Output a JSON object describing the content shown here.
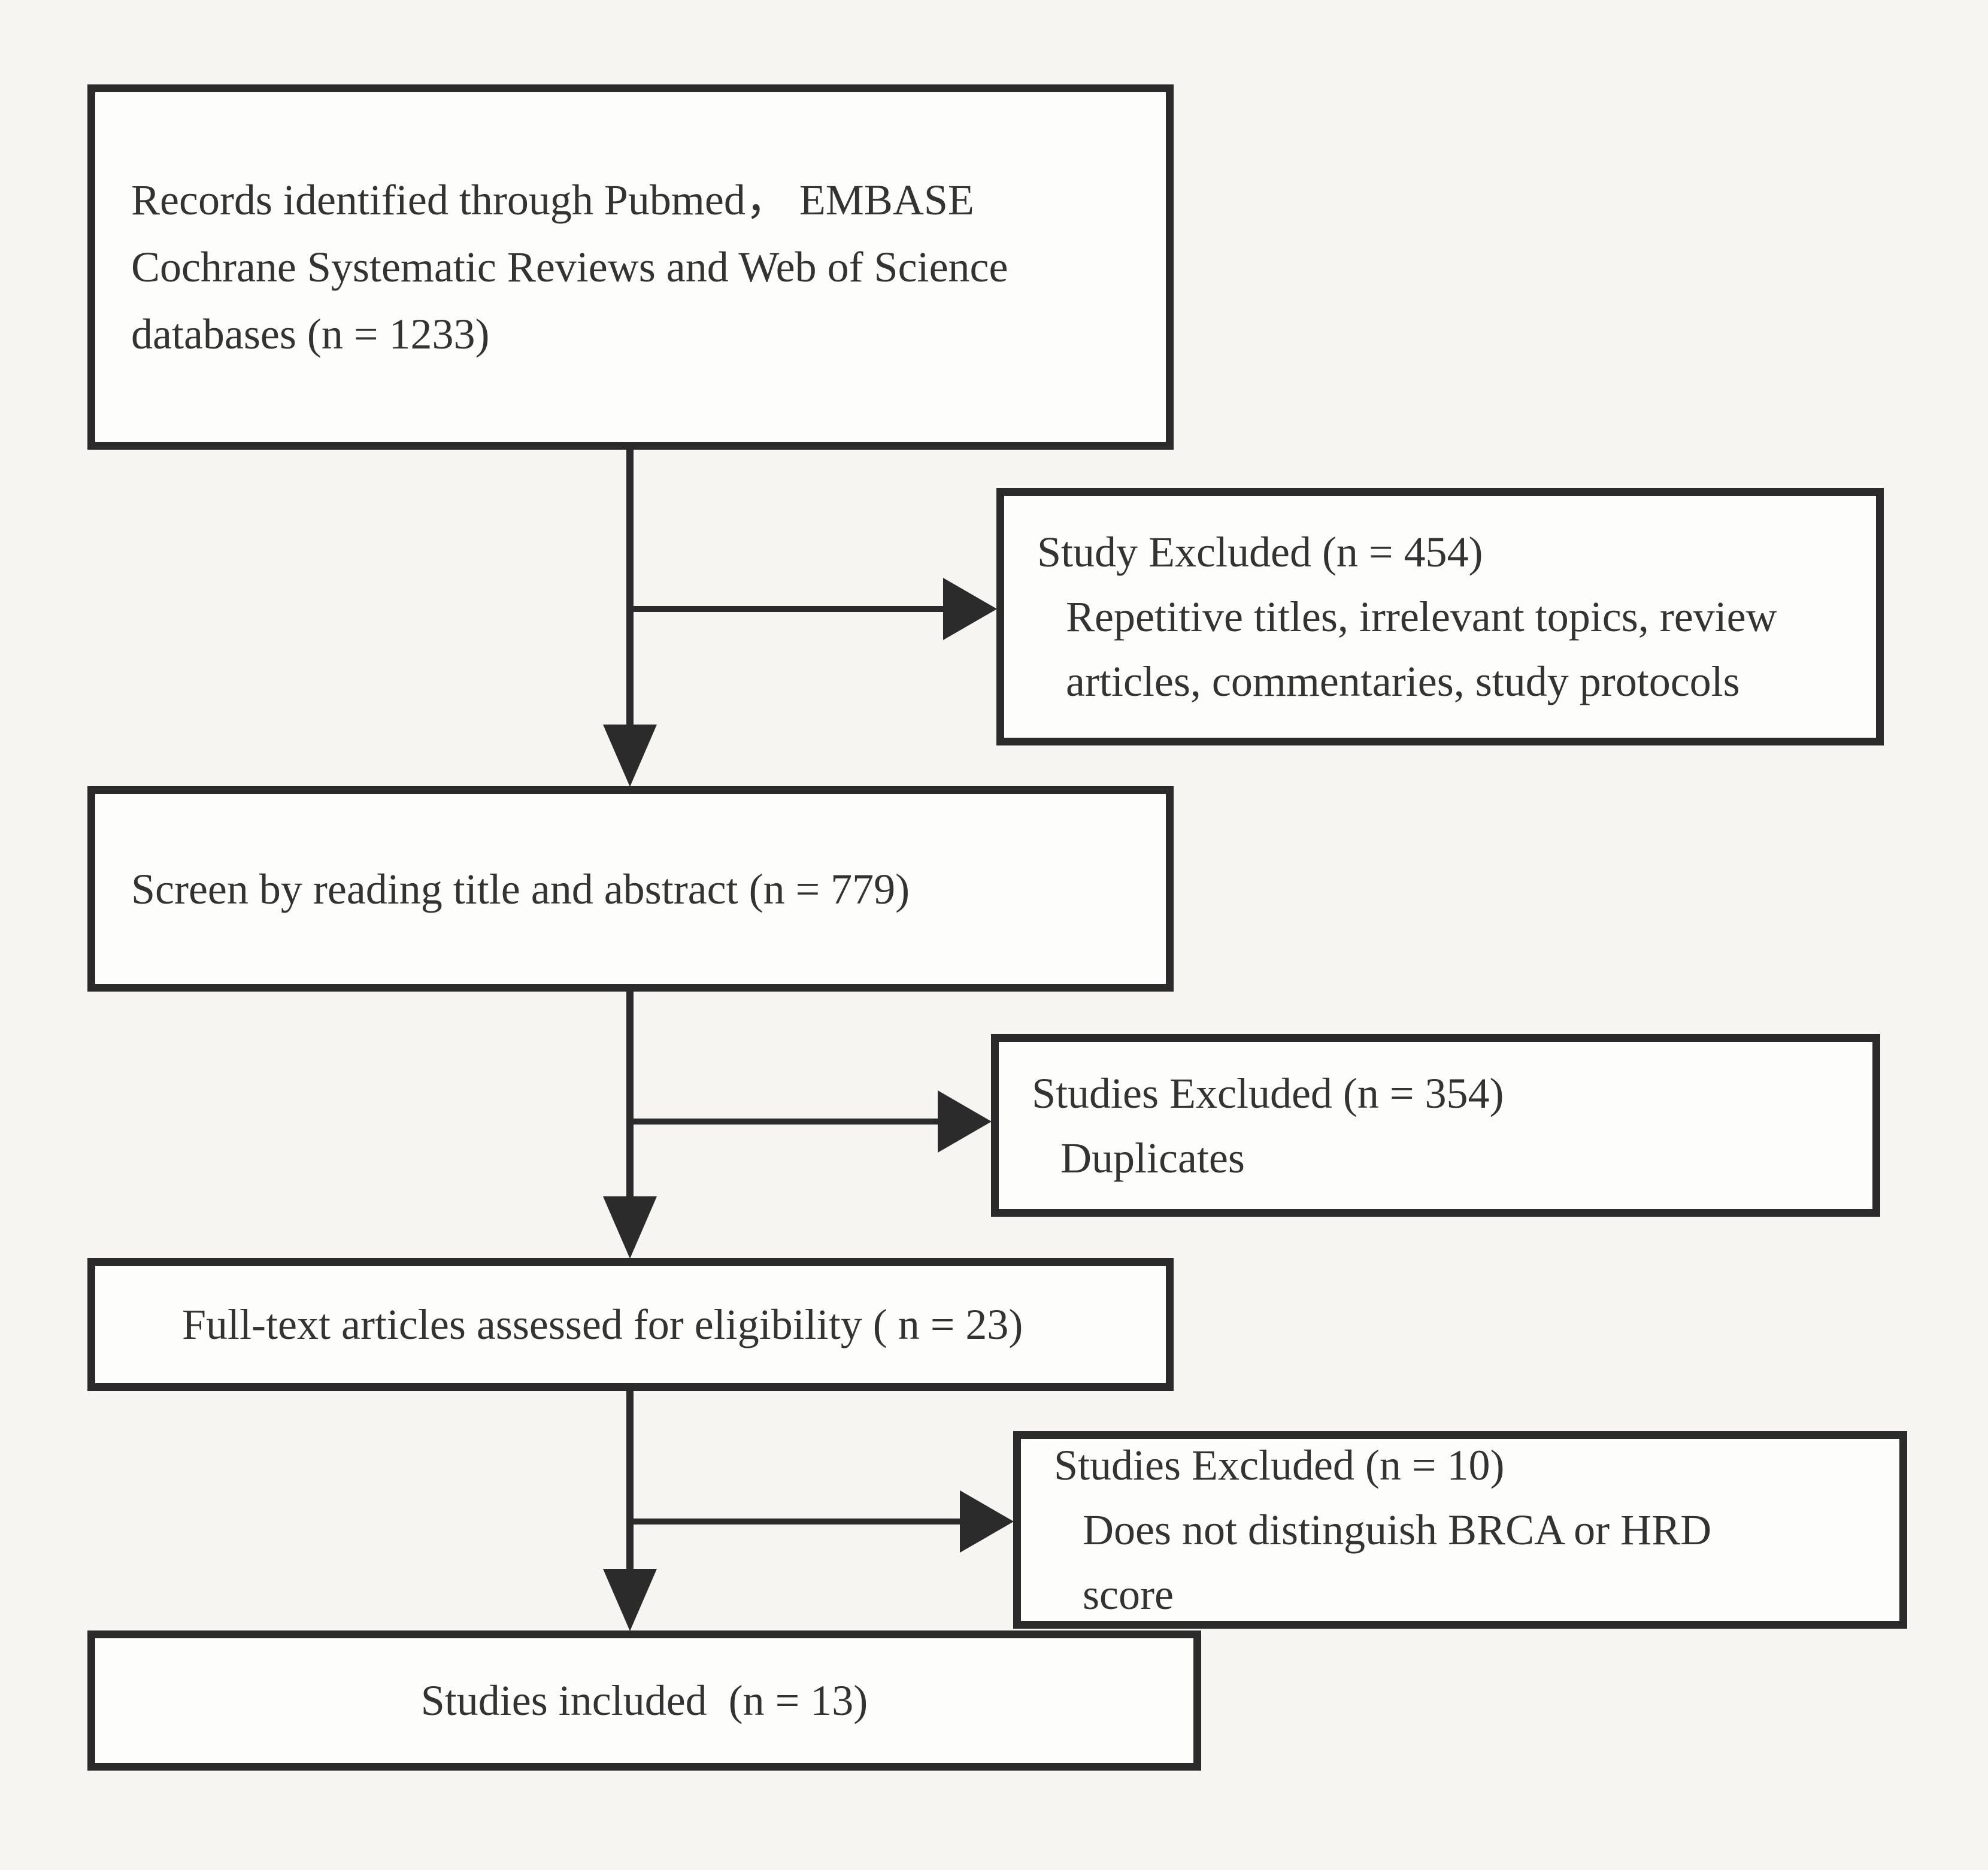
{
  "diagram": {
    "type": "study-selection-flowchart",
    "background_color": "#f6f5f2",
    "box_fill_color": "#fdfdfc",
    "line_color": "#2b2b2b",
    "text_color": "#333333",
    "boxes": {
      "records": {
        "lines": [
          "Records identified through Pubmed， EMBASE",
          "Cochrane Systematic Reviews and Web of Science",
          "databases (n = 1233)"
        ],
        "count": 1233
      },
      "excluded1": {
        "title": "Study Excluded (n = 454)",
        "count": 454,
        "detail_lines": [
          "Repetitive titles, irrelevant topics, review",
          "articles, commentaries, study protocols"
        ]
      },
      "screen": {
        "lines": [
          "Screen by reading title and abstract (n = 779)"
        ],
        "count": 779
      },
      "excluded2": {
        "title": "Studies Excluded (n = 354)",
        "count": 354,
        "detail_lines": [
          "Duplicates"
        ]
      },
      "fulltext": {
        "lines": [
          "Full-text articles assessed for eligibility ( n = 23)"
        ],
        "count": 23
      },
      "excluded3": {
        "title": "Studies Excluded (n = 10)",
        "count": 10,
        "detail_lines": [
          "Does not distinguish BRCA or HRD",
          "score"
        ]
      },
      "included": {
        "lines": [
          "Studies included  (n = 13)"
        ],
        "count": 13
      }
    }
  }
}
